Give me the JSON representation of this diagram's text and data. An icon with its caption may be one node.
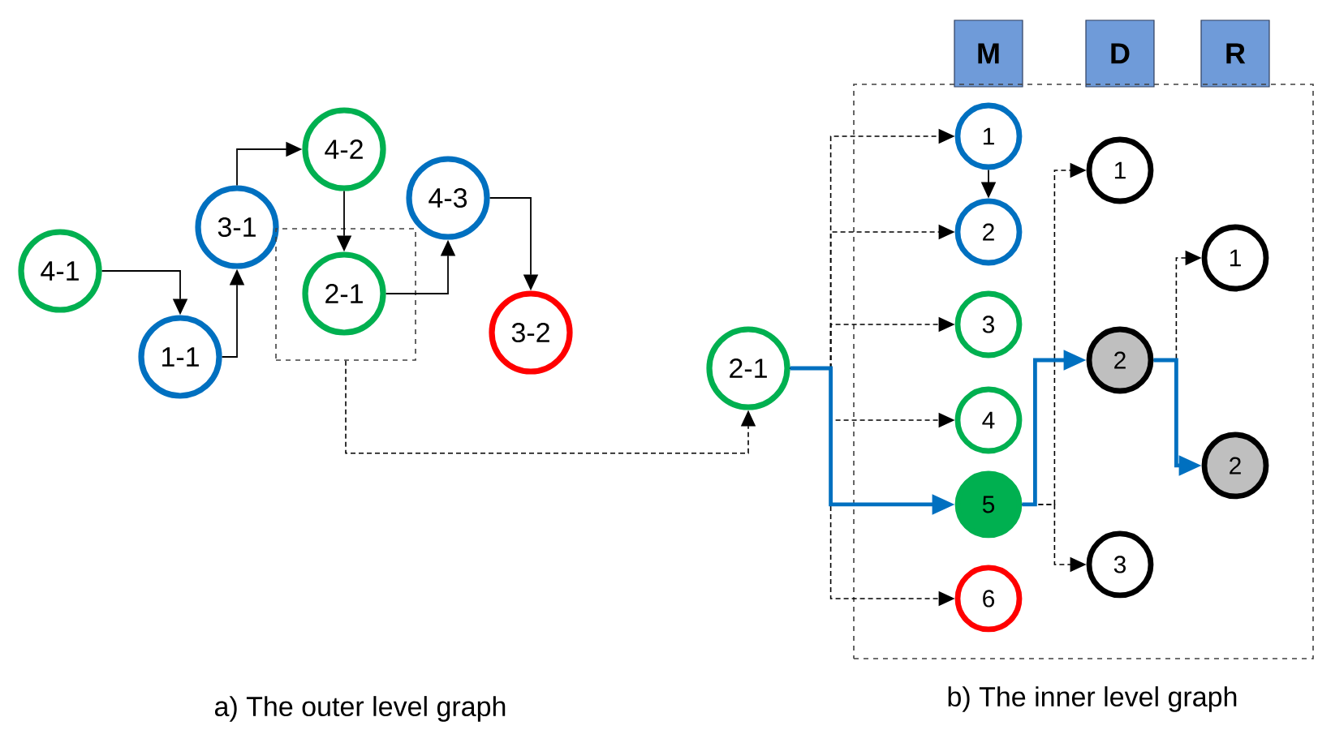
{
  "diagram": {
    "nodes": [
      {
        "text": [
          "4-1"
        ]
      },
      {
        "text": [
          "1-1"
        ]
      },
      {
        "text": [
          "3-1"
        ]
      },
      {
        "text": [
          "4-2"
        ]
      },
      {
        "text": [],
        "shape": "box"
      },
      {
        "text": [
          "2-1"
        ],
        "in": 4
      },
      {
        "text": [
          "4-3"
        ]
      },
      {
        "text": [
          "3-2"
        ]
      },
      {
        "text": [
          "2-1"
        ]
      },
      {
        "text": [
          "M"
        ]
      },
      {
        "text": [
          "D"
        ]
      },
      {
        "text": [
          "R"
        ]
      },
      {
        "text": [],
        "shape": "box"
      },
      {
        "text": [
          "1"
        ],
        "in": 12
      },
      {
        "text": [
          "2"
        ],
        "in": 12
      },
      {
        "text": [
          "3"
        ],
        "in": 12
      },
      {
        "text": [
          "4"
        ],
        "in": 12
      },
      {
        "text": [
          "5"
        ],
        "in": 12
      },
      {
        "text": [
          "6"
        ],
        "in": 12
      },
      {
        "text": [
          "1"
        ],
        "in": 12
      },
      {
        "text": [
          "2"
        ],
        "in": 12
      },
      {
        "text": [
          "3"
        ],
        "in": 12
      },
      {
        "text": [
          "1"
        ],
        "in": 12
      },
      {
        "text": [
          "2"
        ],
        "in": 12
      }
    ],
    "edges": [
      {
        "from": 0,
        "to": 1,
        "arrow": "to"
      },
      {
        "from": 1,
        "to": 2,
        "arrow": "to"
      },
      {
        "from": 2,
        "to": 3,
        "arrow": "to"
      },
      {
        "from": 3,
        "to": 5,
        "arrow": "to"
      },
      {
        "from": 5,
        "to": 6,
        "arrow": "to"
      },
      {
        "from": 6,
        "to": 7,
        "arrow": "to"
      },
      {
        "from": 4,
        "to": 8,
        "arrow": "to",
        "style": "dashed"
      },
      {
        "from": 8,
        "to": 13,
        "arrow": "to",
        "style": "dashed"
      },
      {
        "from": 8,
        "to": 14,
        "arrow": "to",
        "style": "dashed"
      },
      {
        "from": 8,
        "to": 15,
        "arrow": "to",
        "style": "dashed"
      },
      {
        "from": 8,
        "to": 16,
        "arrow": "to",
        "style": "dashed"
      },
      {
        "from": 8,
        "to": 18,
        "arrow": "to",
        "style": "dashed"
      },
      {
        "from": 8,
        "to": 17,
        "arrow": "to",
        "style": "thick",
        "color": "#0070c0"
      },
      {
        "from": 13,
        "to": 14,
        "arrow": "to"
      },
      {
        "from": 17,
        "to": 19,
        "arrow": "to",
        "style": "dashed"
      },
      {
        "from": 17,
        "to": 21,
        "arrow": "to",
        "style": "dashed"
      },
      {
        "from": 17,
        "to": 20,
        "arrow": "to",
        "style": "thick",
        "color": "#0070c0"
      },
      {
        "from": 20,
        "to": 22,
        "arrow": "to",
        "style": "dashed"
      },
      {
        "from": 20,
        "to": 23,
        "arrow": "to",
        "style": "thick",
        "color": "#0070c0"
      }
    ],
    "labels": [
      "a) The outer level graph",
      "b) The inner level graph"
    ]
  }
}
